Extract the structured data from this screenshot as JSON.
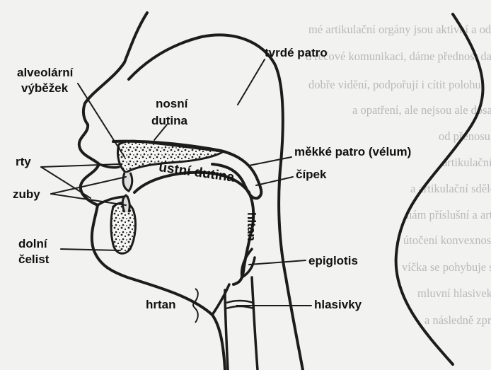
{
  "labels": {
    "alveolarni_line1": "alveolární",
    "alveolarni_line2": "výběžek",
    "tvrde_patro": "tvrdé patro",
    "nosni_line1": "nosní",
    "nosni_line2": "dutina",
    "mekke_patro": "měkké patro (vélum)",
    "cipek": "čípek",
    "ustni_dutina": "ústní dutina",
    "rty": "rty",
    "zuby": "zuby",
    "hltan": "hltan",
    "dolni_line1": "dolní",
    "dolni_line2": "čelist",
    "epiglotis": "epiglotis",
    "hrtan": "hrtan",
    "hlasivky": "hlasivky"
  },
  "background_text": [
    "mé artikulační orgány jsou aktivní a odborné",
    "d řečové komunikaci, dáme přednost dalším",
    "dobře vidění, podpořují i cítit polohu",
    "a opatření, ale nejsou ale dosažení",
    "od přenosu zvukových vln ovlivňujících DSR",
    "artikulačních přímo do oblasti a přítomnosti",
    "a artikulační sdělení a přístupu ústní dutin",
    "nám příslušní a artikulační dalších vazbách",
    "útočení konvexnosti ve výrazném zvuku",
    "víčka se pohybuje s větším účinkem na hrtan",
    "mluvní hlasivek i mluvených orgánech",
    "a následně zpravidla obsahuje nejvíce hru"
  ]
}
